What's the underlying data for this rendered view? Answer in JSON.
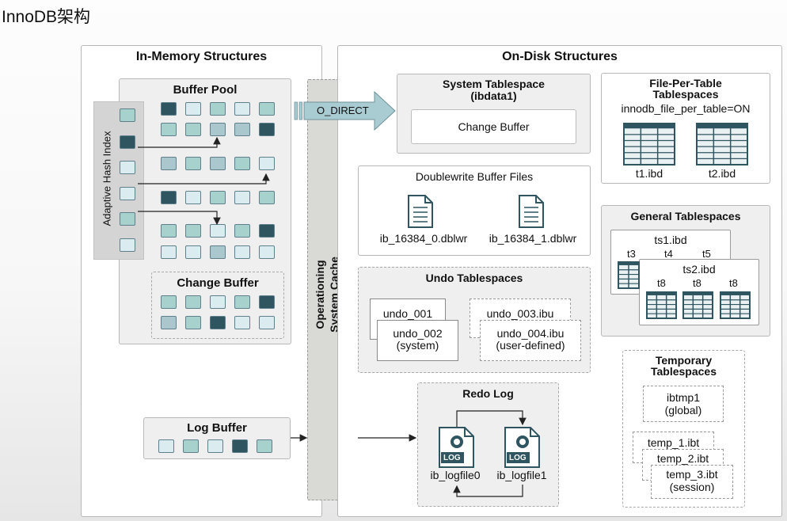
{
  "page_title": "InnoDB架构",
  "in_memory": {
    "title": "In-Memory Structures",
    "buffer_pool": {
      "title": "Buffer Pool"
    },
    "adaptive_hash_index": {
      "label": "Adaptive Hash Index"
    },
    "change_buffer": {
      "title": "Change Buffer"
    },
    "log_buffer": {
      "title": "Log Buffer"
    }
  },
  "os_cache": {
    "line1": "Operationing",
    "line2": "System Cache"
  },
  "o_direct": {
    "label": "O_DIRECT"
  },
  "on_disk": {
    "title": "On-Disk Structures",
    "system_tablespace": {
      "title_line1": "System Tablespace",
      "title_line2": "(ibdata1)",
      "change_buffer": "Change Buffer"
    },
    "file_per_table": {
      "title_line1": "File-Per-Table",
      "title_line2": "Tablespaces",
      "setting": "innodb_file_per_table=ON",
      "files": [
        "t1.ibd",
        "t2.ibd"
      ]
    },
    "doublewrite": {
      "title": "Doublewrite Buffer Files",
      "files": [
        "ib_16384_0.dblwr",
        "ib_16384_1.dblwr"
      ]
    },
    "general": {
      "title": "General Tablespaces",
      "ts1": "ts1.ibd",
      "ts1_tables": [
        "t3",
        "t4",
        "t5"
      ],
      "ts2": "ts2.ibd",
      "ts2_tables": [
        "t8",
        "t8",
        "t8"
      ]
    },
    "undo": {
      "title": "Undo Tablespaces",
      "u1": "undo_001",
      "u2": "undo_002",
      "u2_note": "(system)",
      "u3": "undo_003.ibu",
      "u4": "undo_004.ibu",
      "u4_note": "(user-defined)"
    },
    "redo": {
      "title": "Redo Log",
      "log_icon_text": "LOG",
      "files": [
        "ib_logfile0",
        "ib_logfile1"
      ]
    },
    "temporary": {
      "title_line1": "Temporary",
      "title_line2": "Tablespaces",
      "global_line1": "ibtmp1",
      "global_line2": "(global)",
      "s1": "temp_1.ibt",
      "s2": "temp_2.ibt",
      "s3": "temp_3.ibt",
      "session_note": "(session)"
    }
  },
  "colors": {
    "dark_teal": "#2f5560",
    "mid_teal": "#a9c7cc",
    "teal": "#a7d1cc",
    "light": "#dbecf1",
    "arrow_teal": "#a9cbd2"
  }
}
